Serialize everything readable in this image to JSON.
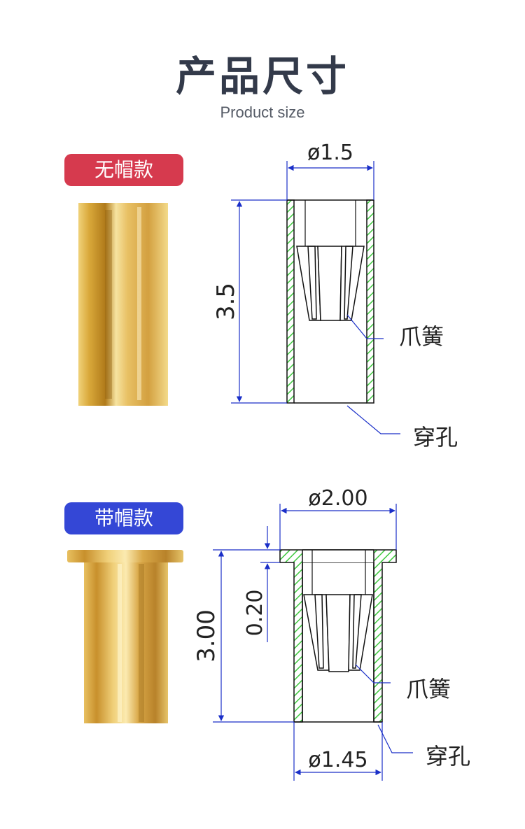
{
  "header": {
    "title": "产品尺寸",
    "subtitle": "Product size"
  },
  "variants": [
    {
      "badge": "无帽款",
      "badge_color": "#d63a4e",
      "dimensions": {
        "diameter": "ø1.5",
        "height": "3.5"
      },
      "callouts": {
        "spring": "爪簧",
        "hole": "穿孔"
      }
    },
    {
      "badge": "带帽款",
      "badge_color": "#3447d6",
      "dimensions": {
        "cap_diameter": "ø2.00",
        "cap_thickness": "0.20",
        "height": "3.00",
        "bottom_diameter": "ø1.45"
      },
      "callouts": {
        "spring": "爪簧",
        "hole": "穿孔"
      }
    }
  ],
  "colors": {
    "dimension_line": "#1a2fc8",
    "hatch": "#3dc83d",
    "gold": "#d4a63a"
  }
}
